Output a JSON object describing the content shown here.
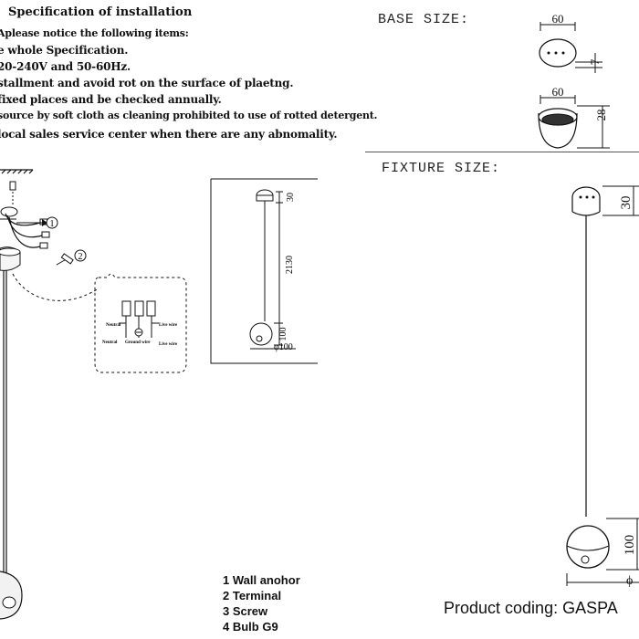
{
  "spec": {
    "title": "Specification of installation",
    "lines": [
      "Aplease notice the following items:",
      "e whole Specification.",
      "20-240V and 50-60Hz.",
      "stallment and avoid rot on the surface of plaetng.",
      "fixed places and be checked annually.",
      "source by soft cloth as cleaning prohibited to use of rotted detergent.",
      "local sales service center when there are any abnomality."
    ]
  },
  "base_size": {
    "label": "BASE SIZE:",
    "top_width": "60",
    "top_height": "7",
    "bottom_width": "60",
    "bottom_height": "28"
  },
  "fixture_size": {
    "label": "FIXTURE SIZE:",
    "top_dim": "30",
    "bottom_dim": "100",
    "diameter_symbol": "ϕ"
  },
  "small_diagram": {
    "top_dim": "30",
    "length": "2130",
    "bottom_dim": "100",
    "diameter": "φ100"
  },
  "wiring": {
    "callout_1": "1",
    "callout_2": "2",
    "neutral_label": "Neutral",
    "ground_label": "Ground wire",
    "live_label": "Live wire"
  },
  "parts": [
    "1 Wall anohor",
    "2 Terminal",
    "3 Screw",
    "4 Bulb G9"
  ],
  "product_coding": "Product coding: GASPA"
}
